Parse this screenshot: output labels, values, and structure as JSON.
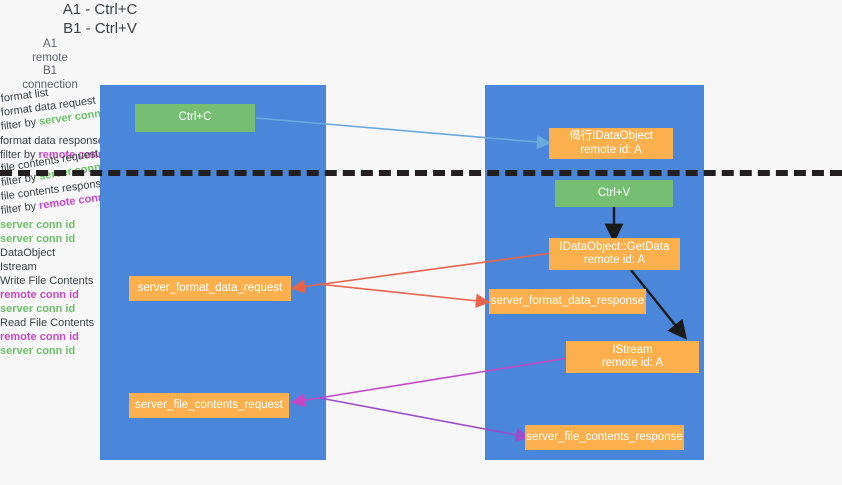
{
  "title": {
    "line1": "A1 - Ctrl+C",
    "line2": "B1 - Ctrl+V"
  },
  "columns": [
    {
      "id": "a1",
      "name": "A1",
      "subtitle": "remote"
    },
    {
      "id": "b1",
      "name": "B1",
      "subtitle": "connection"
    }
  ],
  "boxes": {
    "ctrl_c": "Ctrl+C",
    "ctrl_v": "Ctrl+V",
    "idataobject_title": "偈行IDataObject",
    "idataobject_sub": "remote id: A",
    "getdata_title": "IDataObject::GetData",
    "getdata_sub": "remote id: A",
    "istream_title": "IStream",
    "istream_sub": "remote id: A",
    "server_format_data_request": "server_format_data_request",
    "server_format_data_response": "server_format_data_response",
    "server_file_contents_request": "server_file_contents_request",
    "server_file_contents_response": "server_file_contents_response"
  },
  "edge_labels": {
    "format_list": "format list",
    "format_data_request": "format data request",
    "format_data_response": "format data response",
    "file_contents_request": "file contents request",
    "file_contents_response": "file contents response",
    "filter_by": "filter by",
    "server_conn_id": "server conn id",
    "remote_conn_id": "remote conn id"
  },
  "right_labels": {
    "server_conn_id_1": "server conn id",
    "server_conn_id_2": "server conn id",
    "dataobject": "DataObject",
    "istream": "Istream",
    "write_file_contents": "Write File Contents"
  },
  "left_labels": {
    "remote_conn_id_1": "remote conn id",
    "server_conn_id_1": "server conn id",
    "read_file_contents": "Read File Contents",
    "remote_conn_id_2": "remote conn id",
    "server_conn_id_2": "server conn id"
  },
  "colors": {
    "background": "#f7f7f7",
    "column_blue": "#4a86d9",
    "box_orange": "#fbb04d",
    "box_green": "#76bf72",
    "accent_green_text": "#6dbf69",
    "accent_magenta_text": "#c648c6",
    "arrow_lightblue": "#6aa9e0",
    "arrow_red": "#e8634a",
    "arrow_magenta": "#c648c6",
    "arrow_purple": "#9b4dca",
    "arrow_black": "#1a1a1a",
    "divider_black": "#231f20"
  }
}
